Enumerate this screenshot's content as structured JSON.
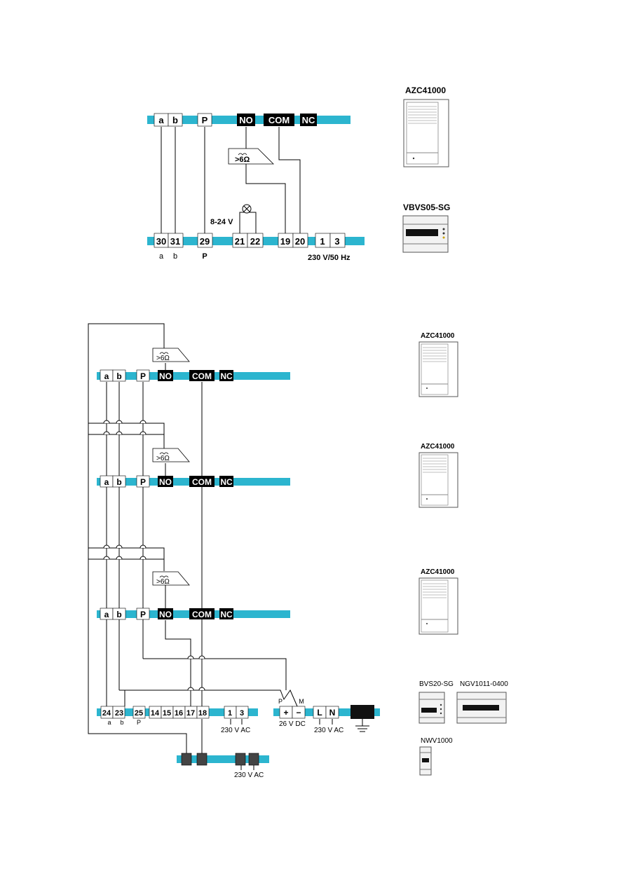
{
  "diagram1": {
    "top_terminals": [
      "a",
      "b",
      "P",
      "NO",
      "COM",
      "NC"
    ],
    "resistor_label": ">6Ω",
    "voltage_label": "8-24 V",
    "bottom_terminals": [
      "30",
      "31",
      "29",
      "21",
      "22",
      "19",
      "20",
      "1",
      "3"
    ],
    "bottom_sublabels": [
      "a",
      "b",
      "P"
    ],
    "supply_label": "230 V/50 Hz",
    "devices": {
      "door_unit": "AZC41000",
      "supply_unit": "VBVS05-SG"
    }
  },
  "diagram2": {
    "door_stations": [
      {
        "terminals": [
          "a",
          "b",
          "P",
          "NO",
          "COM",
          "NC"
        ],
        "resistor_label": ">6Ω",
        "device": "AZC41000"
      },
      {
        "terminals": [
          "a",
          "b",
          "P",
          "NO",
          "COM",
          "NC"
        ],
        "resistor_label": ">6Ω",
        "device": "AZC41000"
      },
      {
        "terminals": [
          "a",
          "b",
          "P",
          "NO",
          "COM",
          "NC"
        ],
        "resistor_label": ">6Ω",
        "device": "AZC41000"
      }
    ],
    "supply_terminals": [
      "24",
      "23",
      "25",
      "14",
      "15",
      "16",
      "17",
      "18",
      "1",
      "3"
    ],
    "supply_sublabels": [
      "a",
      "b",
      "P"
    ],
    "supply_ac_label": "230 V AC",
    "dc_terminals": [
      "+",
      "−"
    ],
    "dc_top_labels": [
      "P",
      "M"
    ],
    "dc_label": "26 V DC",
    "ac_terminals": [
      "L",
      "N"
    ],
    "ac_label": "230 V AC",
    "bottom_rail_label": "230 V AC",
    "devices": {
      "bus_supply": "BVS20-SG",
      "power_supply": "NGV1011-0400",
      "network_unit": "NWV1000"
    }
  }
}
